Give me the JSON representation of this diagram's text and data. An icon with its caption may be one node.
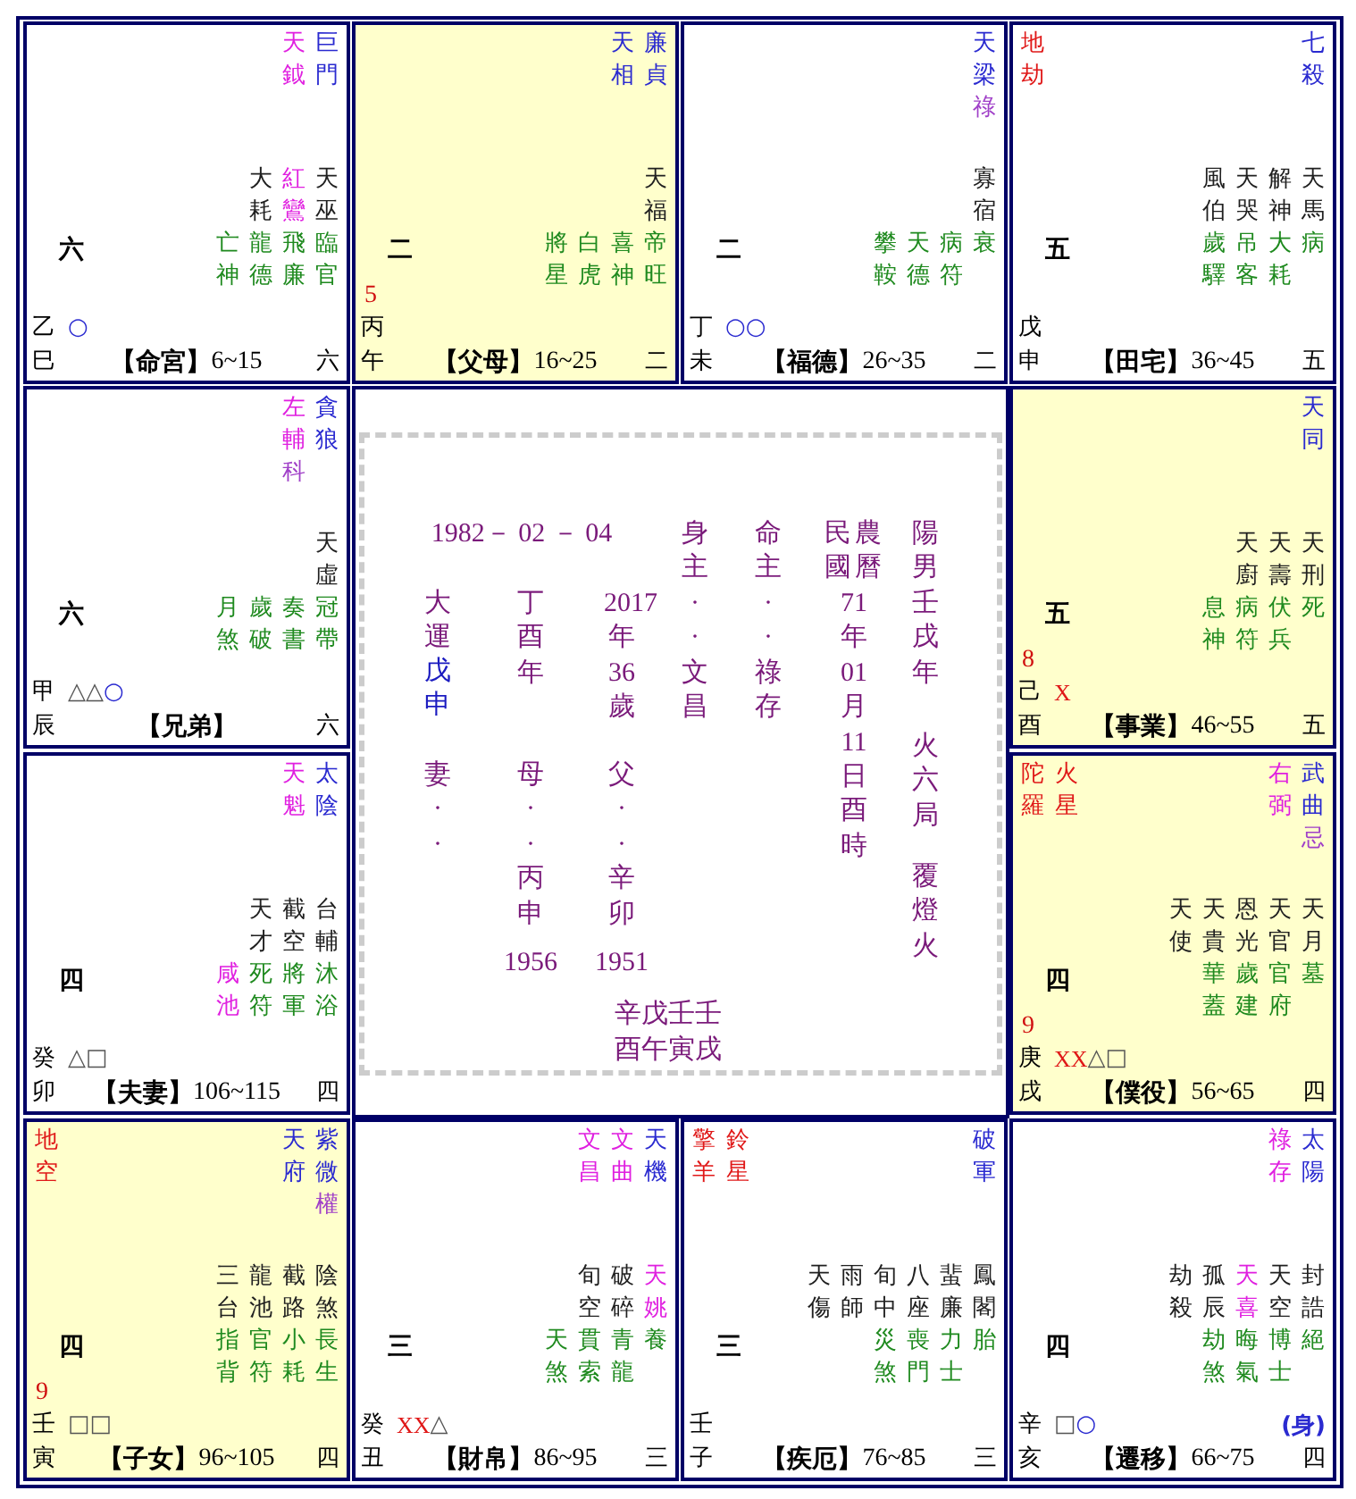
{
  "diagram": {
    "nodes": [
      {
        "text": [
          "巨門",
          "天鉞",
          "天巫",
          "紅鸞",
          "大耗",
          "臨官",
          "飛廉",
          "龍德",
          "亡神",
          "六",
          "乙",
          "○",
          "巳",
          "【命宮】",
          "6~15",
          "六"
        ]
      },
      {
        "text": [
          "廉貞",
          "天相",
          "天福",
          "帝旺",
          "喜神",
          "白虎",
          "將星",
          "二",
          "5",
          "丙",
          "午",
          "【父母】",
          "16~25",
          "二"
        ]
      },
      {
        "text": [
          "天梁",
          "祿",
          "寡宿",
          "衰",
          "病符",
          "天德",
          "攀鞍",
          "二",
          "丁",
          "○○",
          "未",
          "【福德】",
          "26~35",
          "二"
        ]
      },
      {
        "text": [
          "地劫",
          "七殺",
          "天馬",
          "解神",
          "天哭",
          "風伯",
          "病",
          "大耗",
          "吊客",
          "歲驛",
          "五",
          "戊",
          "申",
          "【田宅】",
          "36~45",
          "五"
        ]
      },
      {
        "text": [
          "貪狼",
          "左輔",
          "科",
          "天虛",
          "冠帶",
          "奏書",
          "歲破",
          "月煞",
          "六",
          "甲",
          "△△",
          "○",
          "辰",
          "【兄弟】",
          "六"
        ]
      },
      {
        "text": [
          "1982－ 02 － 04",
          "大運",
          "戊申",
          "丁酉年",
          "2017年36歲",
          "身主··文昌",
          "命主··祿存",
          "民國",
          "農曆",
          "71年01月11日酉時",
          "陽男壬戌年",
          "火六局",
          "覆燈火",
          "妻··",
          "母··丙申",
          "父··辛卯",
          "1956",
          "1951",
          "辛戊壬壬",
          "酉午寅戌"
        ]
      },
      {
        "text": [
          "天同",
          "天刑",
          "天壽",
          "天廚",
          "死",
          "伏兵",
          "病符",
          "息神",
          "五",
          "8",
          "己",
          "X",
          "酉",
          "【事業】",
          "46~55",
          "五"
        ]
      },
      {
        "text": [
          "太陰",
          "天魁",
          "台輔",
          "截空",
          "天才",
          "沐浴",
          "將軍",
          "死符",
          "咸池",
          "四",
          "癸",
          "△□",
          "卯",
          "【夫妻】",
          "106~115",
          "四"
        ]
      },
      {
        "text": [
          "陀羅",
          "火星",
          "武曲",
          "忌",
          "右弼",
          "天月",
          "天官",
          "恩光",
          "天貴",
          "天使",
          "墓",
          "官府",
          "歲建",
          "華蓋",
          "四",
          "9",
          "庚",
          "XX",
          "△□",
          "戌",
          "【僕役】",
          "56~65",
          "四"
        ]
      },
      {
        "text": [
          "地空",
          "紫微",
          "權",
          "天府",
          "陰煞",
          "截路",
          "龍池",
          "三台",
          "長生",
          "小耗",
          "官符",
          "指背",
          "四",
          "9",
          "壬",
          "□□",
          "寅",
          "【子女】",
          "96~105",
          "四"
        ]
      },
      {
        "text": [
          "天機",
          "文曲",
          "文昌",
          "天姚",
          "破碎",
          "旬空",
          "養",
          "青龍",
          "貫索",
          "天煞",
          "三",
          "癸",
          "XX",
          "△",
          "丑",
          "【財帛】",
          "86~95",
          "三"
        ]
      },
      {
        "text": [
          "擎羊",
          "鈴星",
          "破軍",
          "鳳閣",
          "蜚廉",
          "八座",
          "旬中",
          "雨師",
          "天傷",
          "胎",
          "力士",
          "喪門",
          "災煞",
          "三",
          "壬",
          "子",
          "【疾厄】",
          "76~85",
          "三"
        ]
      },
      {
        "text": [
          "太陽",
          "祿存",
          "封誥",
          "天空",
          "天喜",
          "孤辰",
          "劫殺",
          "絕",
          "博士",
          "晦氣",
          "劫煞",
          "四",
          "辛",
          "□",
          "○",
          "(身)",
          "亥",
          "【遷移】",
          "66~75",
          "四"
        ]
      }
    ]
  }
}
